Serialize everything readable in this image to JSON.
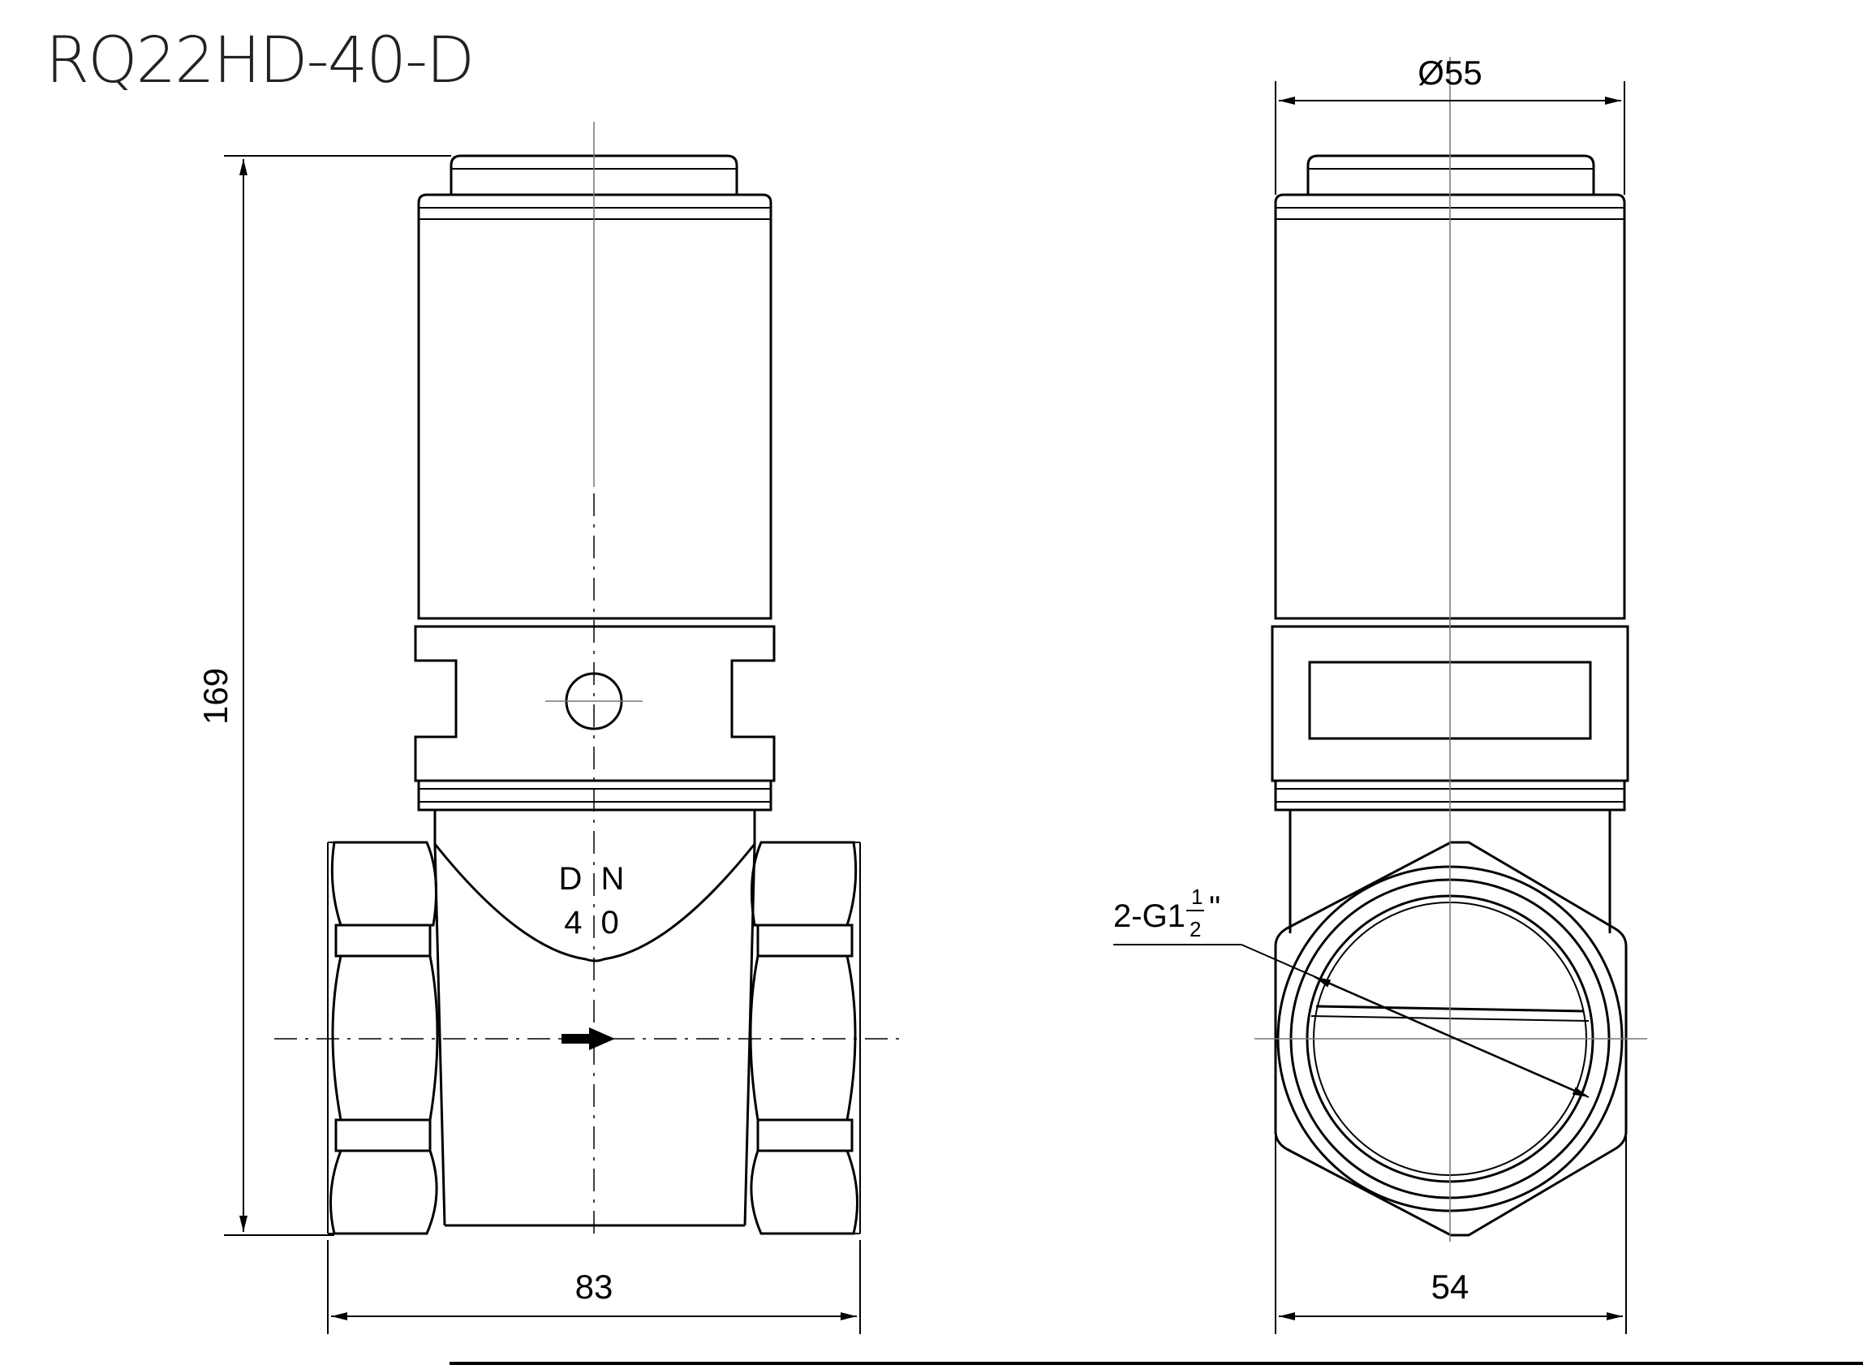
{
  "title": "RQ22HD-40-D",
  "dimensions": {
    "height": "169",
    "width_front": "83",
    "diameter_top": "Ø55",
    "width_side": "54"
  },
  "body_marking": {
    "line1": "D N",
    "line2": "4 0"
  },
  "thread": {
    "prefix": "2-G1",
    "numerator": "1",
    "denominator": "2",
    "suffix": "\""
  }
}
